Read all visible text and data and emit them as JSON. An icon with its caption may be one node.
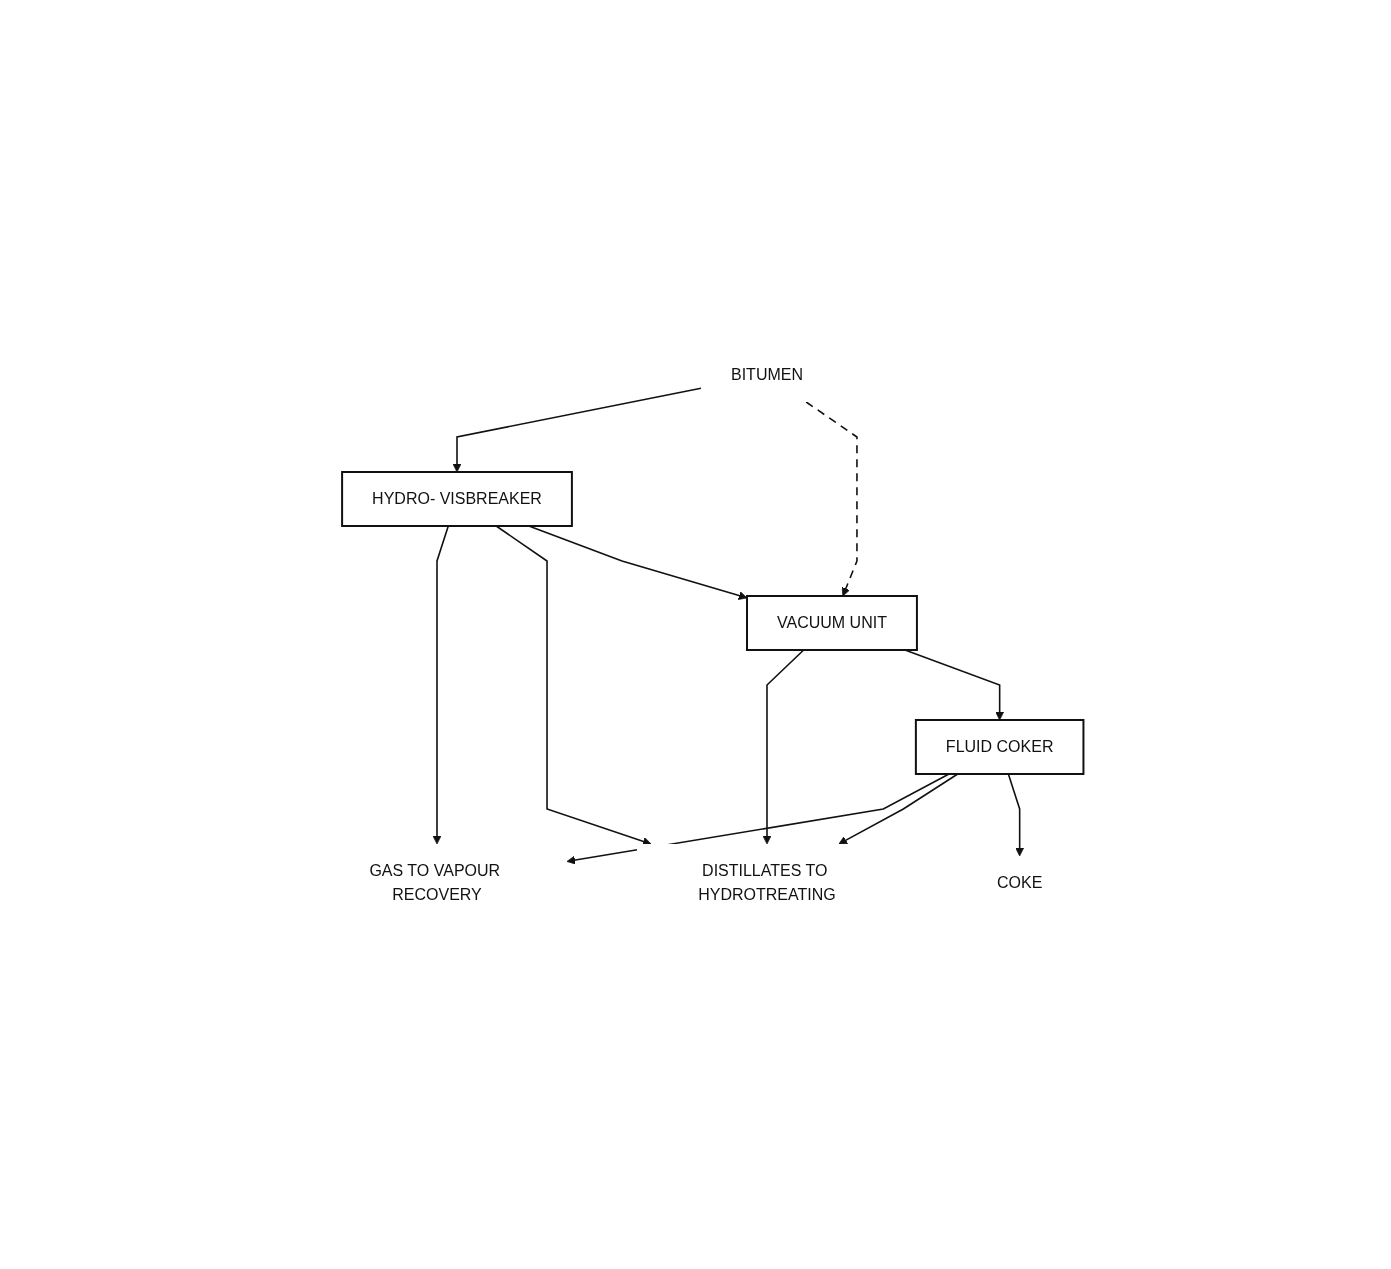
{
  "diagram": {
    "nodes": [
      {
        "text": [
          "BITUMEN"
        ]
      },
      {
        "text": [
          "HYDRO- VISBREAKER"
        ]
      },
      {
        "text": [
          "VACUUM UNIT"
        ]
      },
      {
        "text": [
          "FLUID COKER"
        ]
      },
      {
        "text": [
          "GAS TO VAPOUR RECOVERY"
        ]
      },
      {
        "text": [
          "DISTILLATES TO HYDROTREATING"
        ]
      },
      {
        "text": [
          "COKE"
        ]
      }
    ],
    "edges": [
      {
        "from": 0,
        "to": 1,
        "arrow": "to"
      },
      {
        "from": 0,
        "to": 2,
        "arrow": "to",
        "style": "dashed"
      },
      {
        "from": 1,
        "to": 4,
        "arrow": "to"
      },
      {
        "from": 1,
        "to": 5,
        "arrow": "to"
      },
      {
        "from": 1,
        "to": 2,
        "arrow": "to"
      },
      {
        "from": 2,
        "to": 5,
        "arrow": "to"
      },
      {
        "from": 3,
        "to": 4,
        "arrow": "to"
      },
      {
        "from": 3,
        "to": 5,
        "arrow": "to"
      },
      {
        "from": 2,
        "to": 3,
        "arrow": "to"
      },
      {
        "from": 3,
        "to": 6,
        "arrow": "to"
      }
    ]
  }
}
